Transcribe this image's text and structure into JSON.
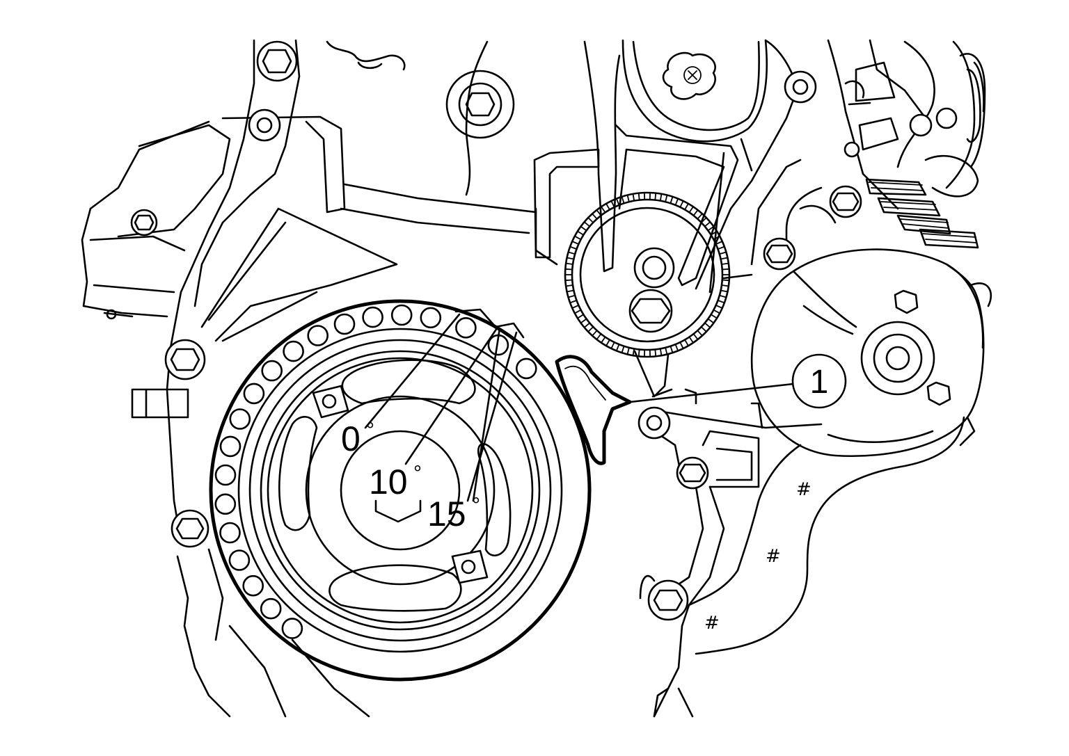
{
  "diagram": {
    "degree_marks": [
      {
        "value": "0",
        "unit": "°"
      },
      {
        "value": "10",
        "unit": "°"
      },
      {
        "value": "15",
        "unit": "°"
      }
    ],
    "callout": {
      "number": "1"
    },
    "hash_symbol": "#"
  },
  "colors": {
    "line": "#000000",
    "background": "#ffffff"
  }
}
